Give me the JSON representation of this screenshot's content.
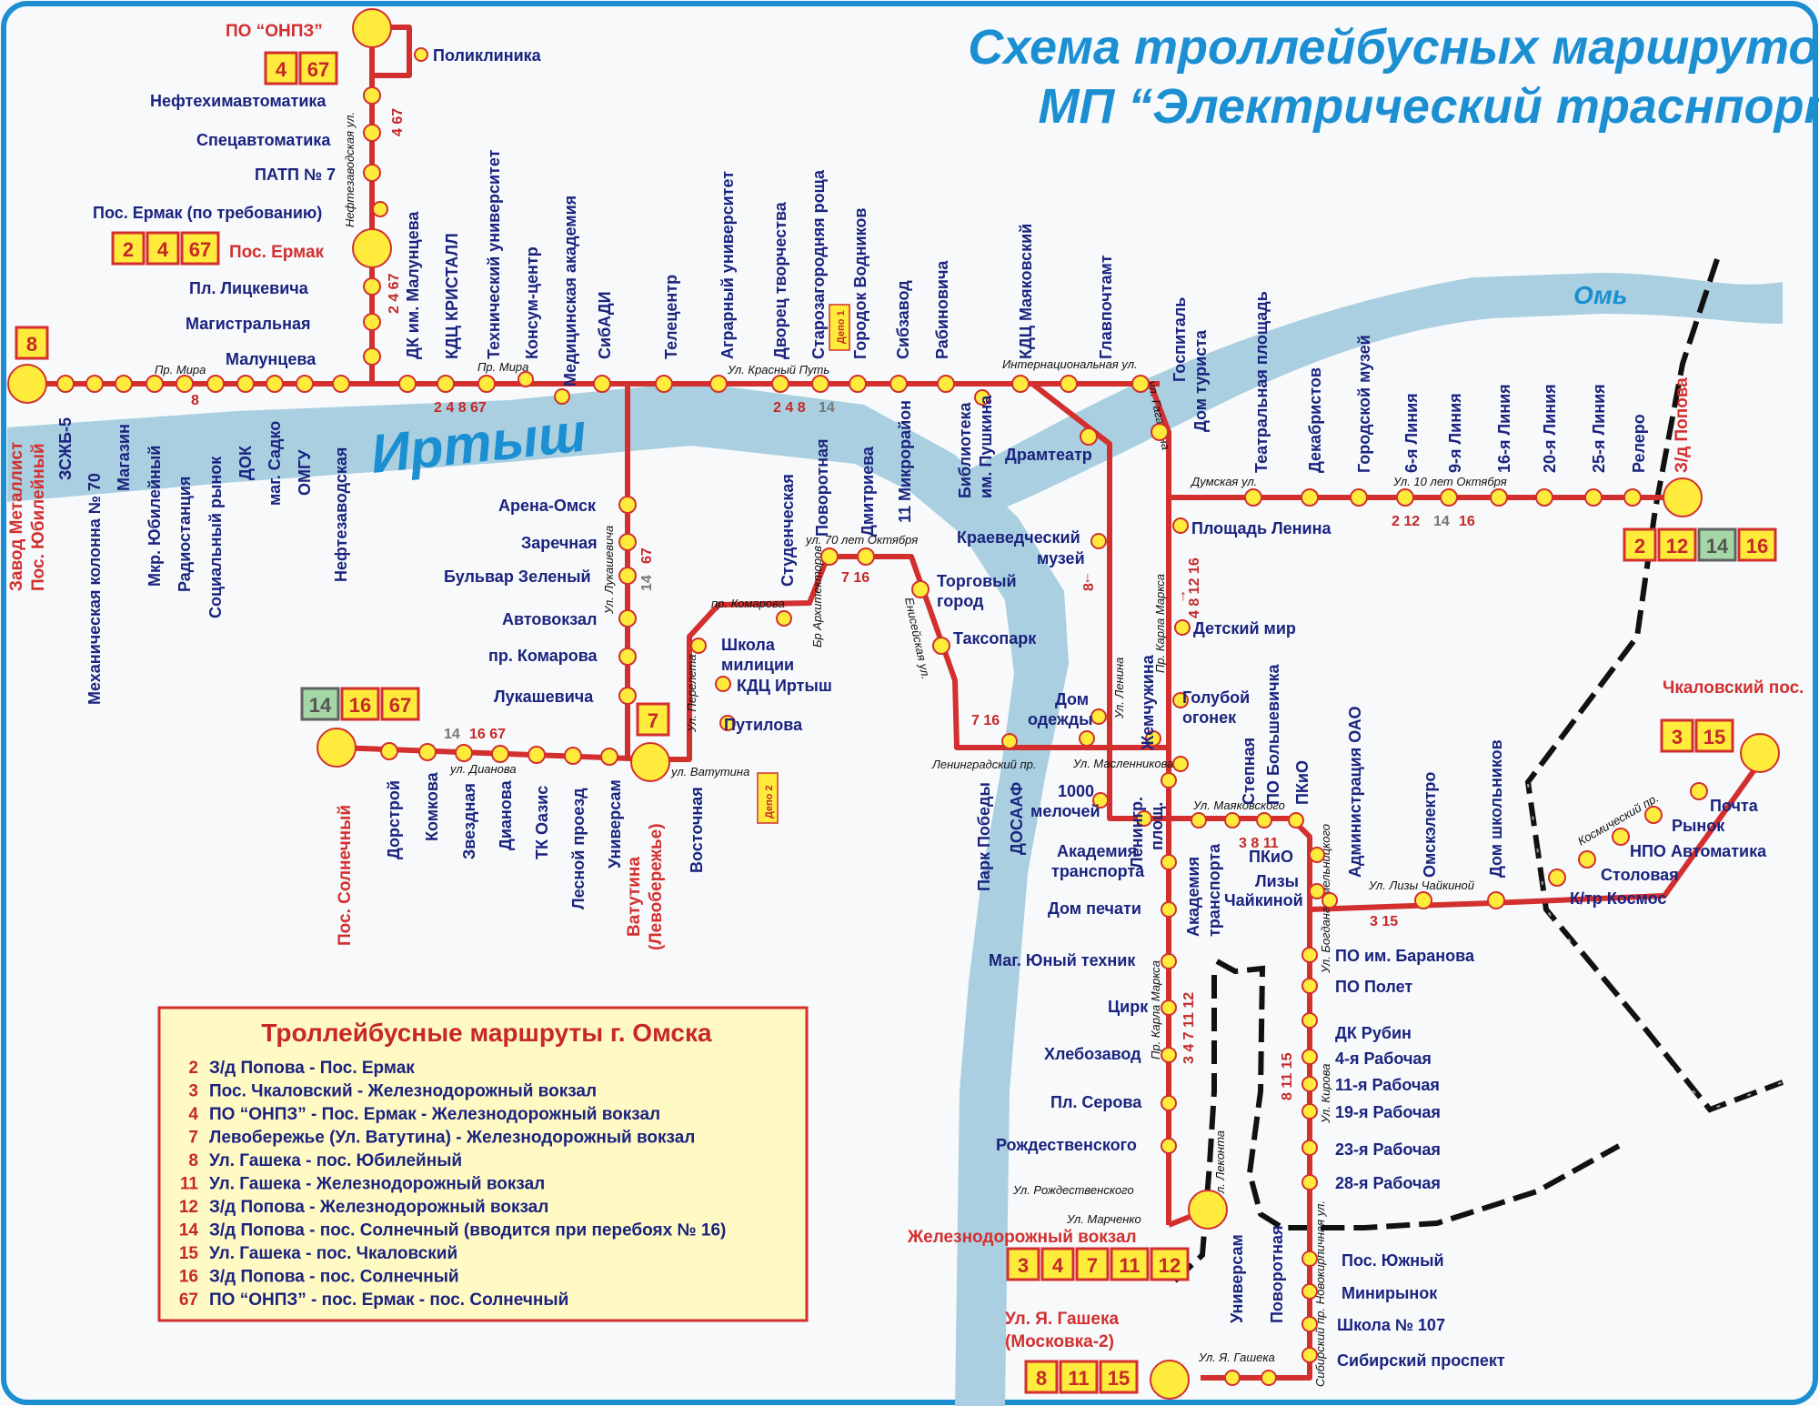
{
  "title": {
    "line1": "Схема троллейбусных маршрутов г. Омска",
    "line2": "МП “Электрический траснпорт”"
  },
  "rivers": {
    "irtysh": "Иртыш",
    "om": "Омь"
  },
  "colors": {
    "route": "#d32f2f",
    "stop": "#ffeb3b",
    "river": "#a9cfe0",
    "title": "#1b8fd2",
    "frame": "#1b8fd2",
    "rail": "#111111",
    "legend_bg": "#fff9c4"
  },
  "terminals": {
    "onpz": {
      "name": "ПО “ОНПЗ”",
      "routes": [
        "4",
        "67"
      ]
    },
    "ermak": {
      "name": "Пос. Ермак",
      "routes": [
        "2",
        "4",
        "67"
      ]
    },
    "metallist": {
      "name1": "Завод Металлист",
      "name2": "Пос. Юбилейный",
      "routes": [
        "8"
      ]
    },
    "popova": {
      "name": "З/д Попова",
      "routes": [
        "2",
        "12",
        "14",
        "16"
      ]
    },
    "chkalovsky": {
      "name": "Чкаловский пос.",
      "routes": [
        "3",
        "15"
      ]
    },
    "solnechny": {
      "name": "Пос. Солнечный",
      "routes": [
        "14",
        "16",
        "67"
      ]
    },
    "vatutina": {
      "name1": "Ватутина",
      "name2": "(Левобережье)",
      "routes": [
        "7"
      ]
    },
    "vokzal": {
      "name": "Железнодорожный вокзал",
      "routes": [
        "3",
        "4",
        "7",
        "11",
        "12"
      ]
    },
    "gasheka": {
      "name1": "Ул. Я. Гашека",
      "name2": "(Московка-2)",
      "routes": [
        "8",
        "11",
        "15"
      ]
    }
  },
  "stops": {
    "poliklinika": "Поликлиника",
    "neftehim": "Нефтехимавтоматика",
    "specavto": "Спецавтоматика",
    "patp": "ПАТП № 7",
    "ermak_req": "Пос. Ермак (по требованию)",
    "litskevicha": "Пл. Лицкевича",
    "magistralnaya": "Магистральная",
    "maluntseva": "Малунцева",
    "zszhb": "ЗСЖБ-5",
    "mehkolonna": "Механическая колонна № 70",
    "magazin": "Магазин",
    "mkr_yubil": "Мкр. Юбилейный",
    "radiostanciya": "Радиостанция",
    "soc_rynok": "Социальный рынок",
    "dok": "ДОК",
    "mag_sadko": "маг. Садко",
    "omgu": "ОМГУ",
    "neftezavod": "Нефтезаводская",
    "dk_maluntseva": "ДК им. Малунцева",
    "kdc_kristall": "КДЦ КРИСТАЛЛ",
    "tech_univ": "Технический университет",
    "konsum": "Консум-центр",
    "med_akad": "Медицинская академия",
    "sibadi": "СибАДИ",
    "telecentr": "Телецентр",
    "agrar": "Аграрный университет",
    "dvorec": "Дворец творчества",
    "starozag": "Старозагородняя роща",
    "gorodok": "Городок Водников",
    "sibzavod": "Сибзавод",
    "rabinovicha": "Рабиновича",
    "kdc_mayak": "КДЦ Маяковский",
    "glavpochtamt": "Главпочтамт",
    "gospital": "Госпиталь",
    "dom_turista": "Дом туриста",
    "dramteatr": "Драмтеатр",
    "bibl1": "Библиотека",
    "bibl2": "им. Пушкина",
    "teatralnaya": "Театральная площадь",
    "dekabristov": "Декабристов",
    "gor_muzei": "Городской музей",
    "liniya6": "6-я Линия",
    "liniya9": "9-я Линия",
    "liniya16": "16-я Линия",
    "liniya20": "20-я Линия",
    "liniya25": "25-я Линия",
    "relero": "Релеро",
    "pl_lenina": "Площадь Ленина",
    "kraeved1": "Краеведческий",
    "kraeved2": "музей",
    "det_mir": "Детский мир",
    "zhemchuzhina": "Жемчужина",
    "dom_odezhdy1": "Дом",
    "dom_odezhdy2": "одежды",
    "gol_ogonek1": "Голубой",
    "gol_ogonek2": "огонек",
    "torg_gorod1": "Торговый",
    "torg_gorod2": "город",
    "taksopark": "Таксопарк",
    "mkr11": "11 Микрорайон",
    "dmitrieva": "Дмитриева",
    "povorotnaya": "Поворотная",
    "studencheskaya": "Студенческая",
    "shkola1": "Школа",
    "shkola2": "милиции",
    "kdc_irtysh": "КДЦ Иртыш",
    "putilova": "Путилова",
    "arena": "Арена-Омск",
    "zarechnaya": "Заречная",
    "bulvar": "Бульвар Зеленый",
    "avtovokzal": "Автовокзал",
    "komarova": "пр. Комарова",
    "lukashevicha": "Лукашевича",
    "dorstroy": "Дорстрой",
    "komkova": "Комкова",
    "zvezdnaya": "Звездная",
    "dianova": "Дианова",
    "tk_oazis": "ТК Оазис",
    "lesnoy": "Лесной проезд",
    "universam": "Универсам",
    "vostochnaya": "Восточная",
    "park_pobedy": "Парк Победы",
    "dosaaf": "ДОСААФ",
    "melochey1": "1000",
    "melochey2": "мелочей",
    "leningr1": "Ленингр.",
    "leningr2": "площ.",
    "akad_transp1": "Академия",
    "akad_transp2": "транспорта",
    "akad_transp_v1": "Академия",
    "akad_transp_v2": "транспорта",
    "dom_pechati": "Дом печати",
    "yuny_tehnik": "Маг. Юный техник",
    "cirk": "Цирк",
    "hlebozavod": "Хлебозавод",
    "pl_serova": "Пл. Серова",
    "rozhdestv": "Рождественского",
    "stepnaya": "Степная",
    "po_bolsh": "ПО Большевичка",
    "pkio_v": "ПКиО",
    "pkio": "ПКиО",
    "adm_oao": "Администрация ОАО",
    "omskelektro": "Омскэлектро",
    "dom_shkoln": "Дом школьников",
    "lizy1": "Лизы",
    "lizy2": "Чайкиной",
    "baranova": "ПО им. Баранова",
    "polet": "ПО Полет",
    "dk_rubin": "ДК Рубин",
    "rabochaya4": "4-я Рабочая",
    "rabochaya11": "11-я Рабочая",
    "rabochaya19": "19-я Рабочая",
    "rabochaya23": "23-я Рабочая",
    "rabochaya28": "28-я Рабочая",
    "yuzhny": "Пос. Южный",
    "minirynok": "Минирынок",
    "shkola107": "Школа № 107",
    "sib_prosp": "Сибирский проспект",
    "universam2": "Универсам",
    "povorotnaya2": "Поворотная",
    "pochta": "Почта",
    "rynok": "Рынок",
    "npo_avto": "НПО Автоматика",
    "stolovaya": "Столовая",
    "kinoteatr": "К/тр Космос"
  },
  "streets": {
    "neftezavod_ul": "Нефтезаводская ул.",
    "mira1": "Пр. Мира",
    "mira2": "Пр. Мира",
    "krasny_put": "Ул. Красный Путь",
    "internac": "Интернациональная ул.",
    "gagarina": "ул. Гагарина",
    "dumskaya": "Думская ул.",
    "let10": "Ул. 10 лет Октября",
    "karla_marksa": "Пр. Карла Маркса",
    "lenina": "Ул. Ленина",
    "let70": "ул. 70 лет Октября",
    "komarova_st": "пр. Комарова",
    "arhitektorov": "Бр Архитекторов",
    "pereleta": "Ул. Перелета",
    "vatutina": "ул. Ватутина",
    "lukashevicha_st": "Ул. Лукашевича",
    "dianova_st": "ул. Дианова",
    "eniseyskaya": "Енисейская ул.",
    "leningr_pr": "Ленинградский пр.",
    "maslennikova": "Ул. Масленникова",
    "mayakovskogo": "Ул. Маяковского",
    "hmelnitskogo": "Ул. Богдана Хмельницкого",
    "lizy_st": "Ул. Лизы Чайкиной",
    "kosmich": "Космический пр.",
    "karla_marksa2": "Пр. Карла Маркса",
    "kirova": "Ул. Кирова",
    "rozhdestv_st": "Ул. Рождественского",
    "marchenko": "Ул. Марченко",
    "lekonta": "Ул. Леконта",
    "novokirpich": "Сибирский пр. Новокирпичная ул.",
    "gasheka_st": "Ул. Я. Гашека",
    "depo1": "Депо 1",
    "depo2": "Депо 2"
  },
  "route_labels": {
    "r_onpz": "4 67",
    "r_ermak": "2 4 67",
    "r_mira": "8",
    "r_main": "2 4 8 67",
    "r_krput_red": "2 4 8",
    "r_krput_grey": "14",
    "r_lukash_red": "67",
    "r_lukash_grey": "14",
    "r_dianova_grey": "14",
    "r_dianova_red": "16 67",
    "r_let10_red1": "2 12",
    "r_let10_grey": "14",
    "r_let10_red2": "16",
    "r_kmarksa": "4 8 12 16",
    "r_lenina": "8",
    "r_let70": "7 16",
    "r_leningr": "7 16",
    "r_mayak": "3 8 11",
    "r_kmarksa2": "3 4 7 11 12",
    "r_kirova": "8 11 15",
    "r_lizy": "3 15"
  },
  "legend": {
    "title": "Троллейбусные маршруты г. Омска",
    "routes": [
      {
        "num": "2",
        "desc": "З/д Попова - Пос. Ермак"
      },
      {
        "num": "3",
        "desc": "Пос. Чкаловский - Железнодорожный вокзал"
      },
      {
        "num": "4",
        "desc": "ПО “ОНПЗ” - Пос. Ермак - Железнодорожный вокзал"
      },
      {
        "num": "7",
        "desc": "Левобережье (Ул. Ватутина) -  Железнодорожный вокзал"
      },
      {
        "num": "8",
        "desc": "Ул. Гашека - пос. Юбилейный"
      },
      {
        "num": "11",
        "desc": "Ул. Гашека - Железнодорожный вокзал"
      },
      {
        "num": "12",
        "desc": "З/д Попова - Железнодорожный вокзал"
      },
      {
        "num": "14",
        "desc": "З/д Попова - пос. Солнечный (вводится при перебоях № 16)"
      },
      {
        "num": "15",
        "desc": "Ул. Гашека - пос. Чкаловский"
      },
      {
        "num": "16",
        "desc": "З/д Попова - пос. Солнечный"
      },
      {
        "num": "67",
        "desc": "ПО “ОНПЗ” - пос. Ермак - пос. Солнечный"
      }
    ]
  }
}
